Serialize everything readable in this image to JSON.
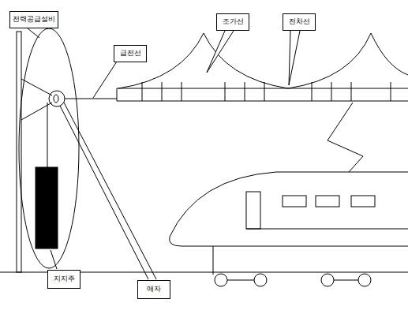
{
  "diagram": {
    "nodes": [
      {
        "text": [
          "전력공급설비"
        ]
      },
      {
        "text": [
          "급전선"
        ]
      },
      {
        "text": [
          "조가선"
        ]
      },
      {
        "text": [
          "전차선"
        ]
      },
      {
        "text": [
          "지지주"
        ]
      },
      {
        "text": [
          "애자"
        ]
      }
    ]
  }
}
